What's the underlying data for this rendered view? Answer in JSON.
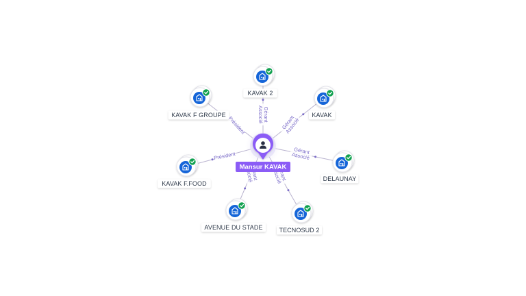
{
  "center": {
    "name": "Mansur KAVAK",
    "icon": "person-icon"
  },
  "colors": {
    "accent": "#8b5cf6",
    "company_blue": "#1565d8",
    "check_green": "#12a150",
    "edge": "#b9b3cf",
    "role_text": "#7b6cc9"
  },
  "companies": [
    {
      "id": "kavak2",
      "label": "KAVAK 2",
      "roles": [
        "Gérant",
        "Associé"
      ]
    },
    {
      "id": "kavak",
      "label": "KAVAK",
      "roles": [
        "Gérant",
        "Associé"
      ]
    },
    {
      "id": "delaunay",
      "label": "DELAUNAY",
      "roles": [
        "Gérant",
        "Associé"
      ]
    },
    {
      "id": "tecnosud2",
      "label": "TECNOSUD 2",
      "roles": [
        "Gérant",
        "Associé"
      ]
    },
    {
      "id": "avenue",
      "label": "AVENUE DU STADE",
      "roles": [
        "Gérant",
        "Associé"
      ]
    },
    {
      "id": "kavakffood",
      "label": "KAVAK F.FOOD",
      "roles": [
        "Président"
      ]
    },
    {
      "id": "kavakfgroupe",
      "label": "KAVAK F GROUPE",
      "roles": [
        "Président"
      ]
    }
  ]
}
